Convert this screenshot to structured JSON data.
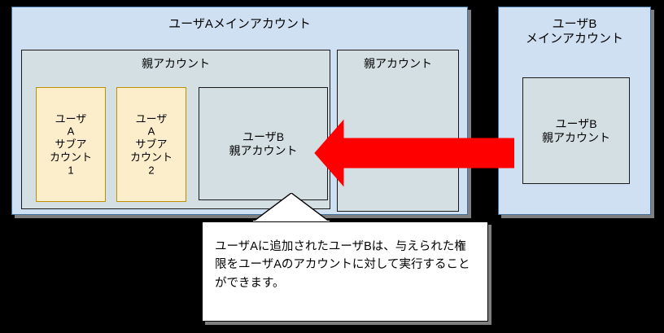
{
  "diagram": {
    "background_color": "#000000",
    "panel_fill": "#cfe0f2",
    "subpanel_fill": "#d4dfe3",
    "subaccount_fill": "#fdeecb",
    "arrow_color": "#ff0000",
    "shadow_color": "#7f7f7f"
  },
  "left_panel": {
    "title": "ユーザAメインアカウント",
    "parent_account_1": {
      "title": "親アカウント",
      "sub_accounts": [
        {
          "label": "ユーザ\nA\nサブア\nカウント\n1"
        },
        {
          "label": "ユーザ\nA\nサブア\nカウント\n2"
        }
      ],
      "user_b_parent": {
        "label": "ユーザB\n親アカウント"
      }
    },
    "parent_account_2": {
      "title": "親アカウント"
    }
  },
  "right_panel": {
    "title": "ユーザB\nメインアカウント",
    "user_b_parent": {
      "label": "ユーザB\n親アカウント"
    }
  },
  "arrow": {
    "direction": "left",
    "color": "#ff0000"
  },
  "callout": {
    "text": "ユーザAに追加されたユーザBは、与えられた権限をユーザAのアカウントに対して実行することができます。"
  }
}
